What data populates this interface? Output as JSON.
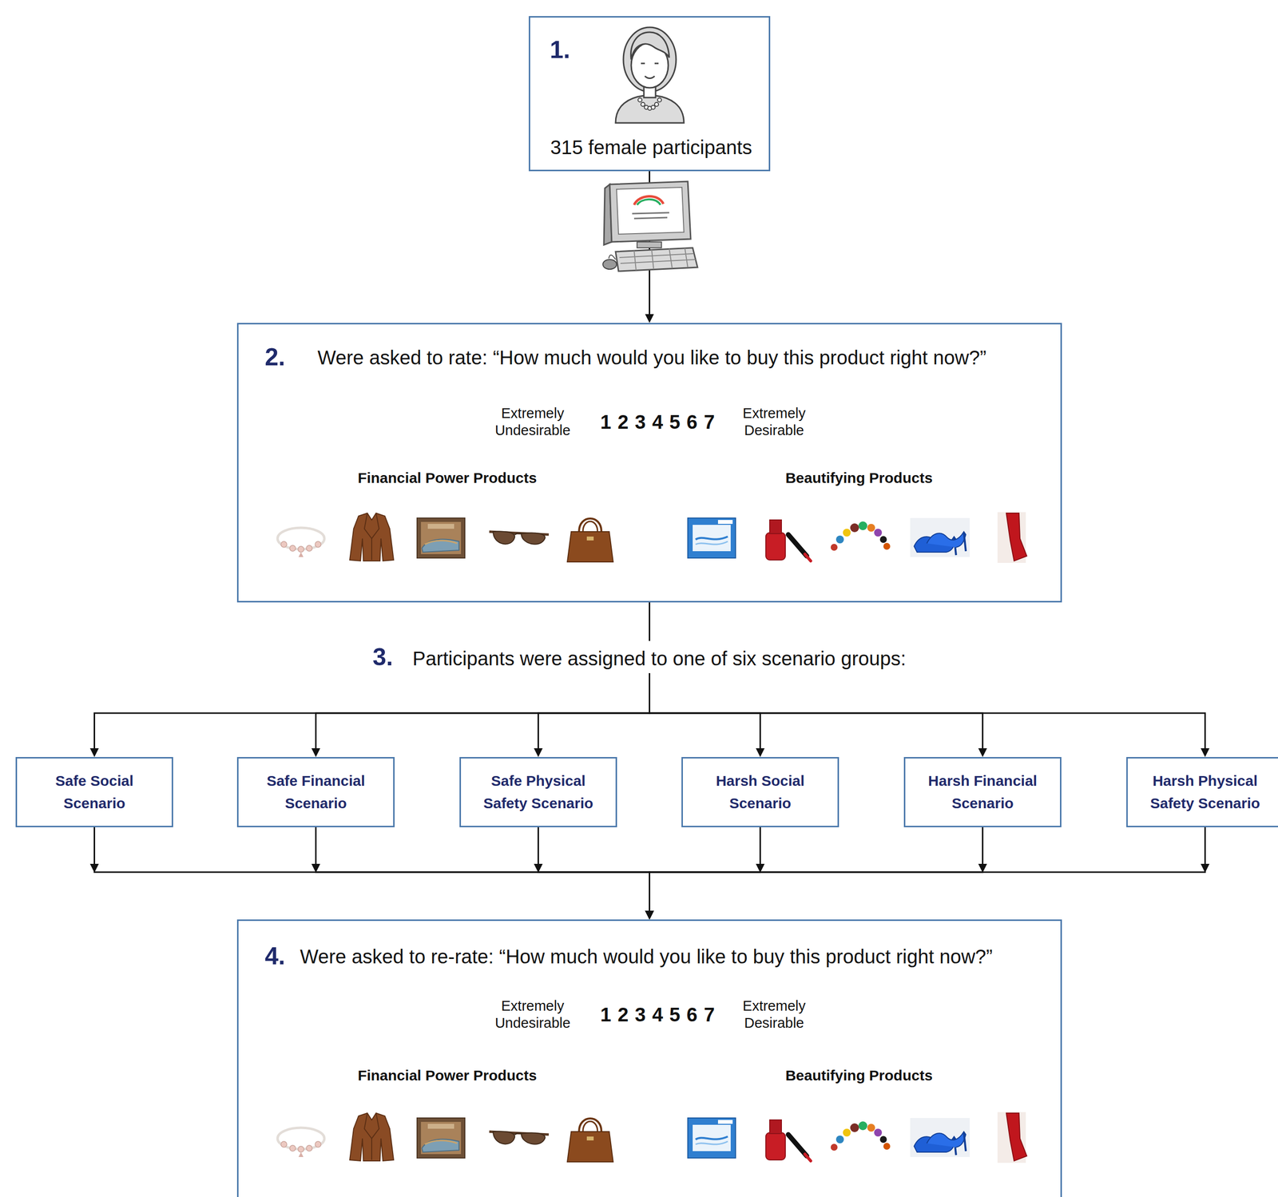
{
  "diagram": {
    "nodes": [
      {
        "text": [
          "1.",
          "315 female participants"
        ]
      },
      {
        "text": [
          "2.",
          "Were asked to rate: “How much would you like to buy this product right now?”",
          "Extremely Undesirable",
          "1 2 3 4 5 6 7",
          "Extremely Desirable",
          "Financial Power Products",
          "Beautifying Products"
        ]
      },
      {
        "text": [
          "Safe Social Scenario"
        ]
      },
      {
        "text": [
          "Safe Financial Scenario"
        ]
      },
      {
        "text": [
          "Safe Physical Safety Scenario"
        ]
      },
      {
        "text": [
          "Harsh Social Scenario"
        ]
      },
      {
        "text": [
          "Harsh Financial Scenario"
        ]
      },
      {
        "text": [
          "Harsh Physical Safety Scenario"
        ]
      },
      {
        "text": [
          "4.",
          "Were asked to re-rate: “How much would you like to buy this product right now?”",
          "Extremely Undesirable",
          "1 2 3 4 5 6 7",
          "Extremely Desirable",
          "Financial Power Products",
          "Beautifying Products"
        ]
      }
    ],
    "edges": [
      {
        "from": 0,
        "to": 1,
        "arrow": "to"
      },
      {
        "from": 1,
        "to": 2,
        "arrow": "to"
      },
      {
        "from": 1,
        "to": 3,
        "arrow": "to"
      },
      {
        "from": 1,
        "to": 4,
        "arrow": "to"
      },
      {
        "from": 1,
        "to": 5,
        "arrow": "to"
      },
      {
        "from": 1,
        "to": 6,
        "arrow": "to"
      },
      {
        "from": 1,
        "to": 7,
        "arrow": "to"
      },
      {
        "from": 2,
        "to": 8,
        "arrow": "to"
      },
      {
        "from": 3,
        "to": 8,
        "arrow": "to"
      },
      {
        "from": 4,
        "to": 8,
        "arrow": "to"
      },
      {
        "from": 5,
        "to": 8,
        "arrow": "to"
      },
      {
        "from": 6,
        "to": 8,
        "arrow": "to"
      },
      {
        "from": 7,
        "to": 8,
        "arrow": "to"
      }
    ],
    "labels": [
      "3.",
      "Participants were assigned to one of six scenario groups:"
    ]
  }
}
